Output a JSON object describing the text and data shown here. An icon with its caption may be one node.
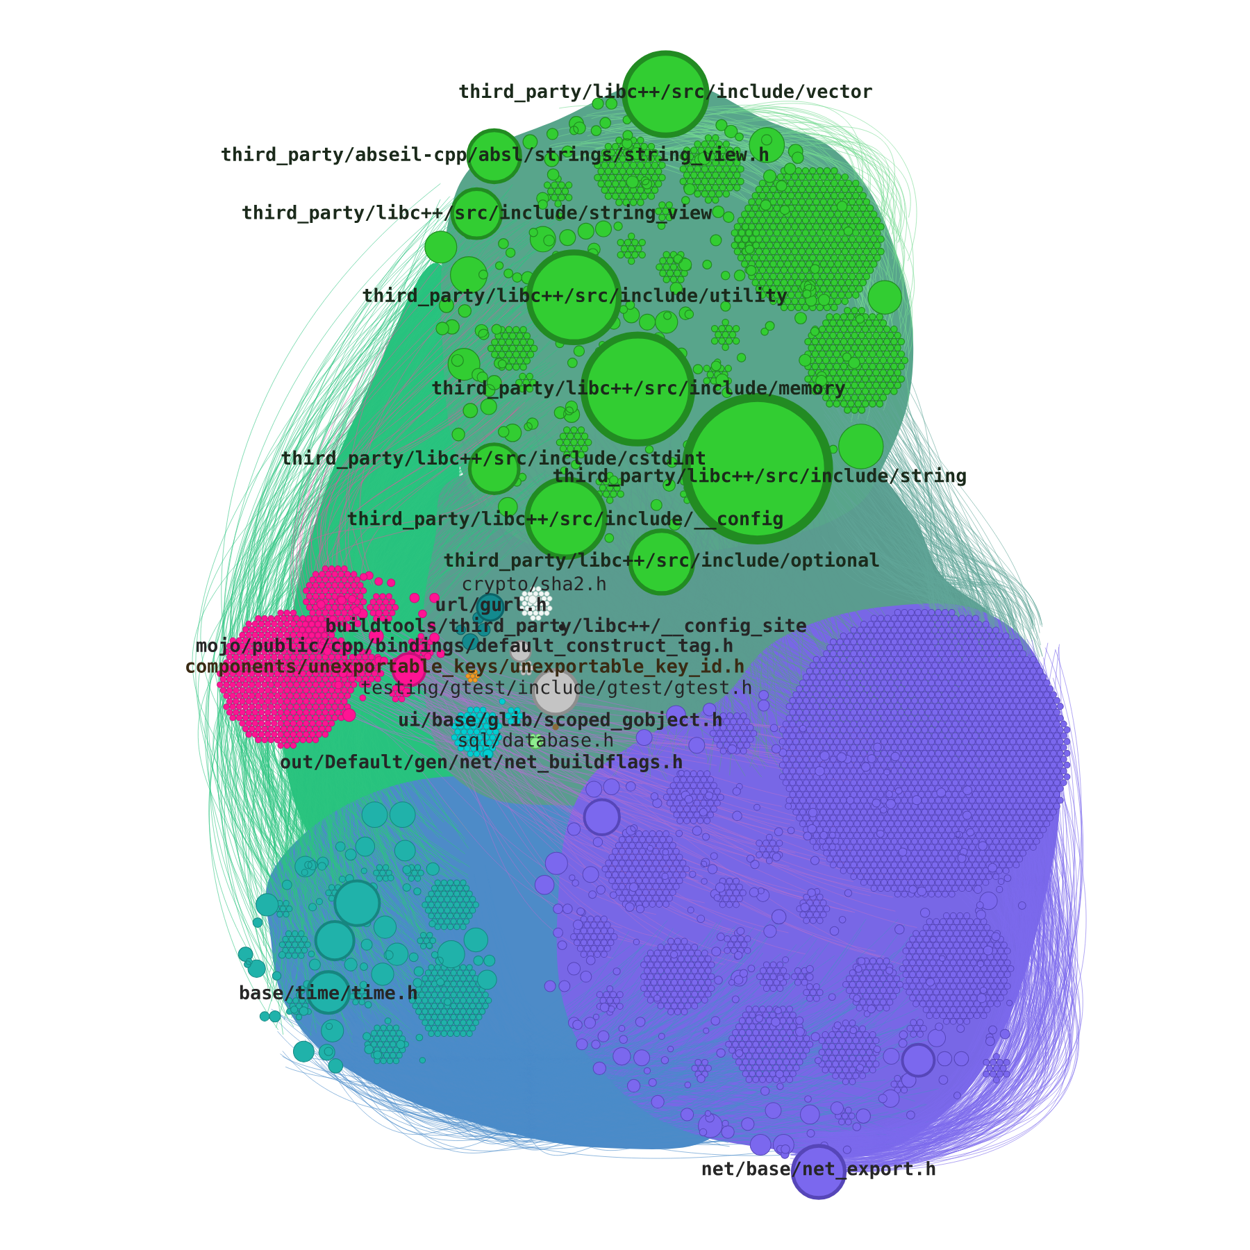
{
  "diagram": {
    "nodes": [
      {
        "text": [
          "third_party/libc++/src/include/vector"
        ]
      },
      {
        "text": [
          "third_party/abseil-cpp/absl/strings/string_view.h"
        ]
      },
      {
        "text": [
          "third_party/libc++/src/include/string_view"
        ]
      },
      {
        "text": [
          "third_party/libc++/src/include/utility"
        ]
      },
      {
        "text": [
          "third_party/libc++/src/include/memory"
        ]
      },
      {
        "text": [
          "third_party/libc++/src/include/cstdint"
        ]
      },
      {
        "text": [
          "third_party/libc++/src/include/string"
        ]
      },
      {
        "text": [
          "third_party/libc++/src/include/__config"
        ]
      },
      {
        "text": [
          "third_party/libc++/src/include/optional"
        ]
      },
      {
        "text": [
          "crypto/sha2.h"
        ]
      },
      {
        "text": [
          "url/gurl.h"
        ]
      },
      {
        "text": [
          "buildtools/third_party/libc++/__config_site"
        ]
      },
      {
        "text": [
          "mojo/public/cpp/bindings/default_construct_tag.h"
        ]
      },
      {
        "text": [
          "components/unexportable_keys/unexportable_key_id.h"
        ]
      },
      {
        "text": [
          "testing/gtest/include/gtest/gtest.h"
        ]
      },
      {
        "text": [
          "ui/base/glib/scoped_gobject.h"
        ]
      },
      {
        "text": [
          "sql/database.h"
        ]
      },
      {
        "text": [
          "out/Default/gen/net/net_buildflags.h"
        ]
      },
      {
        "text": [
          "base/time/time.h"
        ]
      },
      {
        "text": [
          "net/base/net_export.h"
        ]
      }
    ]
  }
}
